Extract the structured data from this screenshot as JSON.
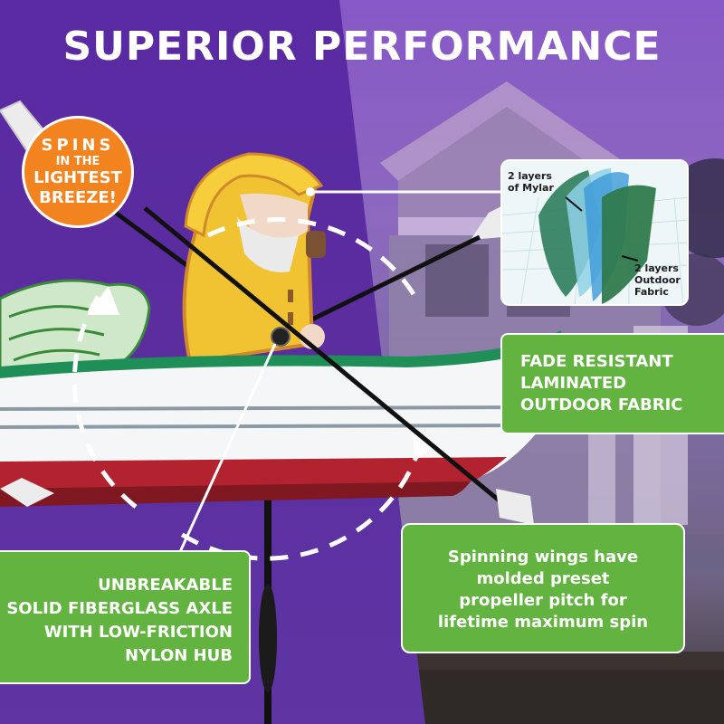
{
  "header": {
    "title": "SUPERIOR PERFORMANCE"
  },
  "badge": {
    "line1": "SPINS",
    "line2": "IN THE",
    "line3": "LIGHTEST",
    "line4": "BREEZE!"
  },
  "inset": {
    "mylar_line1": "2 layers",
    "mylar_line2": "of Mylar",
    "fabric_line1": "2 layers",
    "fabric_line2": "Outdoor",
    "fabric_line3": "Fabric"
  },
  "callouts": {
    "fade": [
      "FADE RESISTANT",
      "LAMINATED",
      "OUTDOOR FABRIC"
    ],
    "axle": [
      "UNBREAKABLE",
      "SOLID FIBERGLASS AXLE",
      "WITH LOW-FRICTION",
      "NYLON HUB"
    ],
    "wings": [
      "Spinning wings have",
      "molded preset",
      "propeller pitch for",
      "lifetime maximum spin"
    ]
  },
  "colors": {
    "green": "#62b340",
    "orange": "#f3831f",
    "purple": "#5b2d9f",
    "yellow": "#f1c232",
    "boat_red": "#b3232f"
  },
  "icons": [
    "rotation-arrow-icon"
  ]
}
